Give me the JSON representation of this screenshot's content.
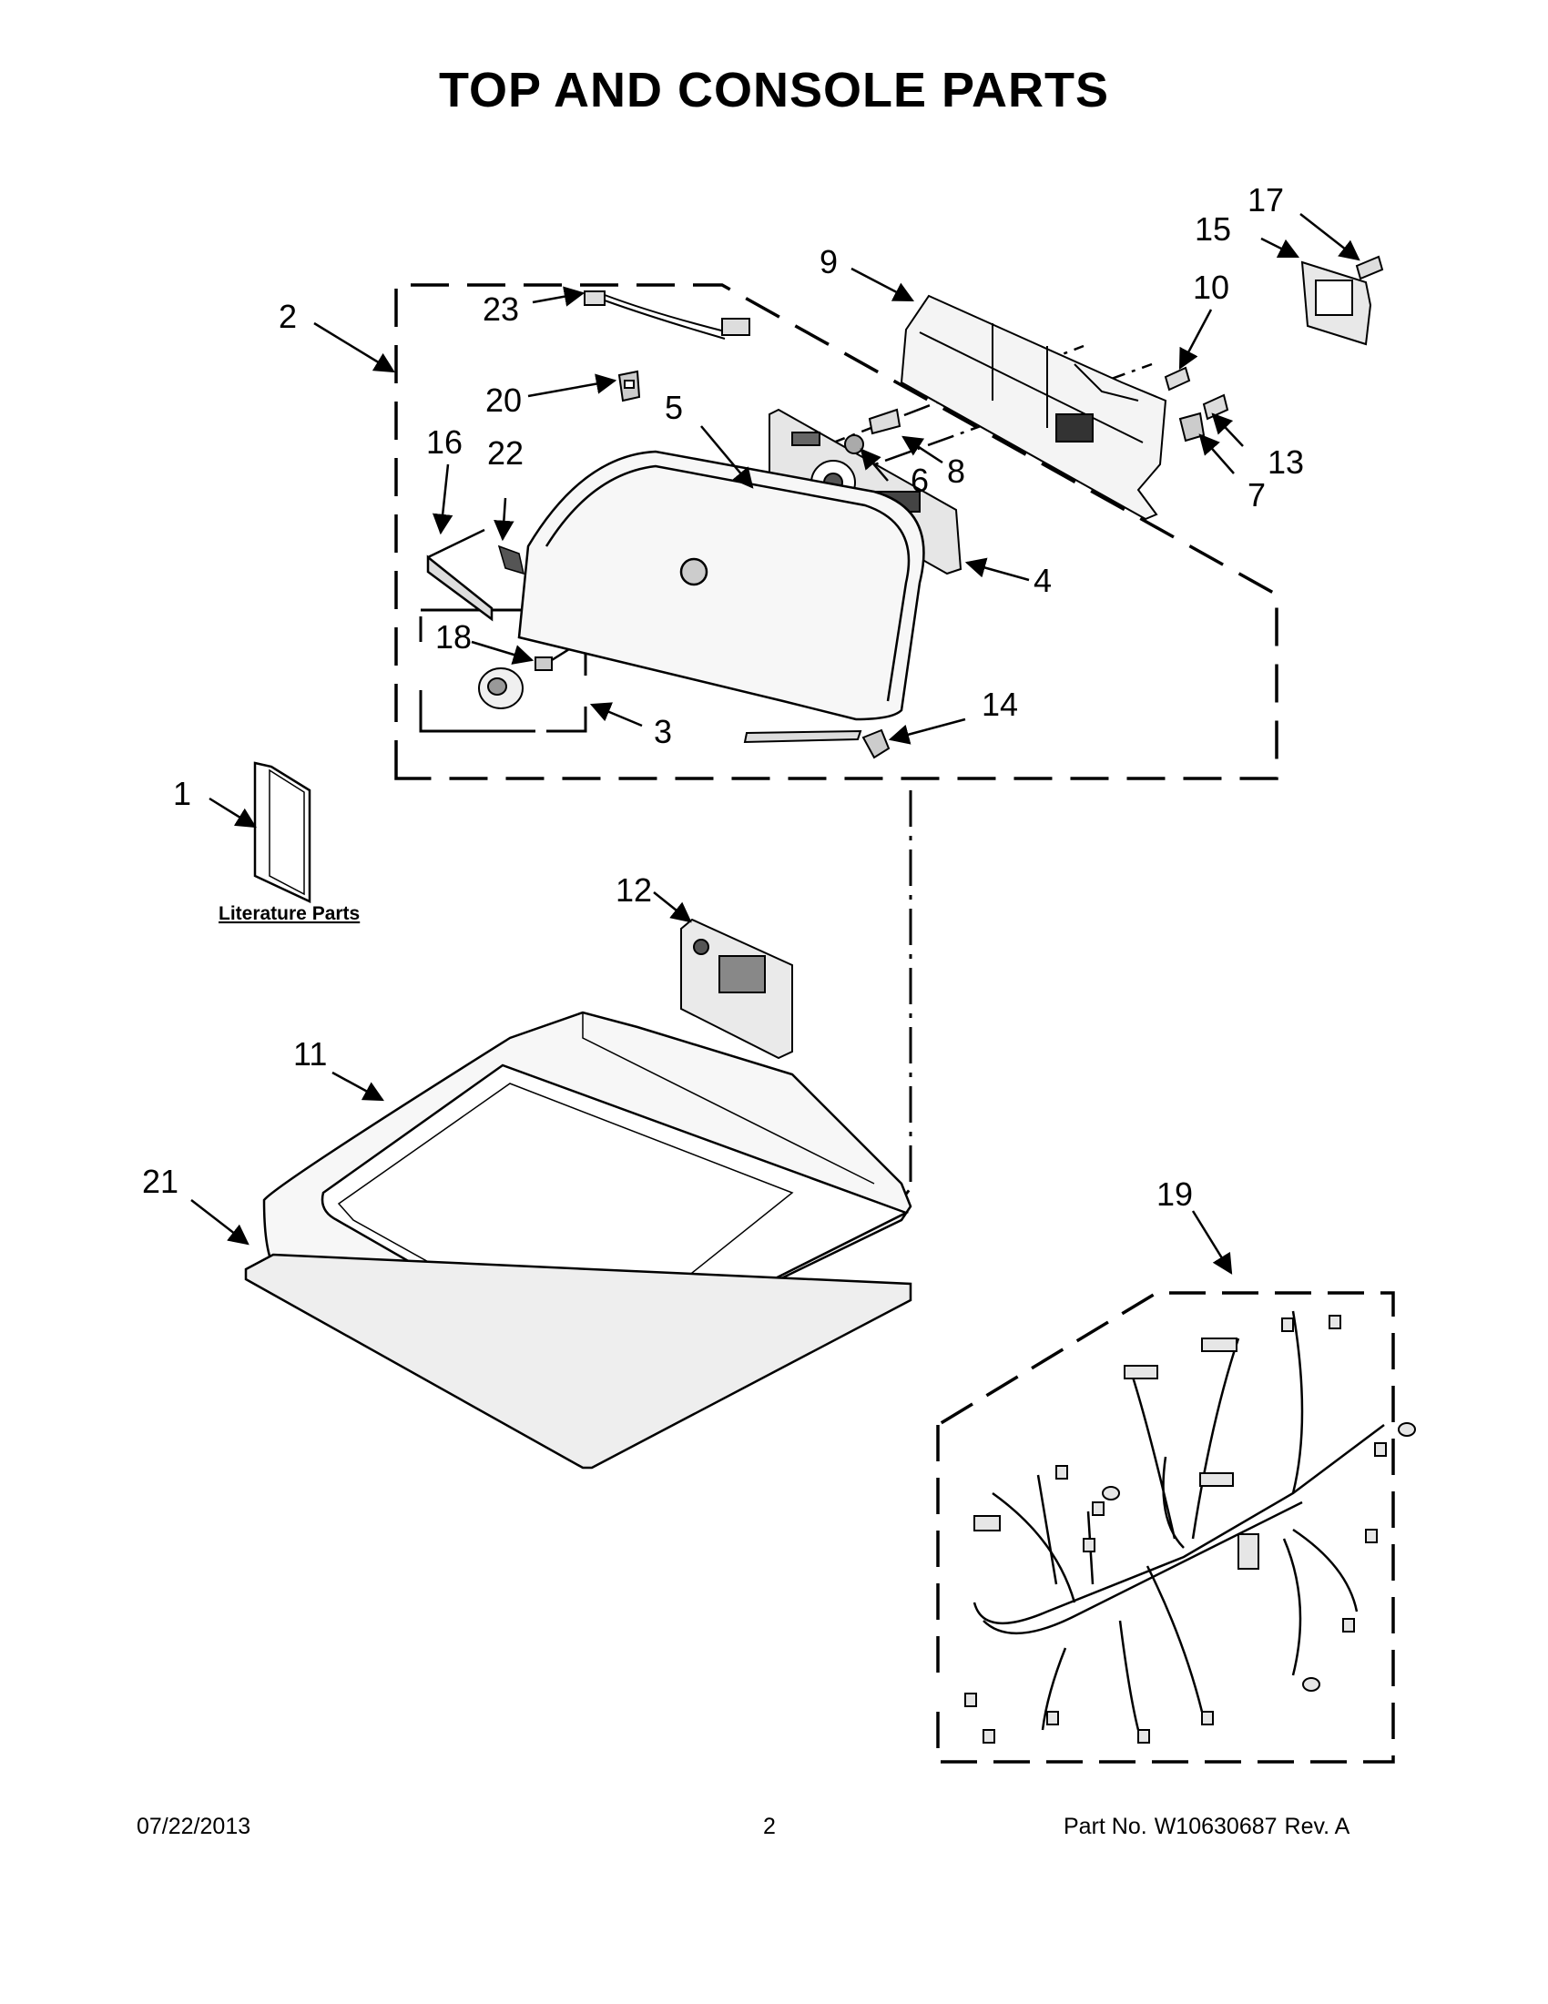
{
  "title": "TOP AND CONSOLE PARTS",
  "literature_label": "Literature Parts",
  "callouts": {
    "c1": "1",
    "c2": "2",
    "c3": "3",
    "c4": "4",
    "c5": "5",
    "c6": "6",
    "c7": "7",
    "c8": "8",
    "c9": "9",
    "c10": "10",
    "c11": "11",
    "c12": "12",
    "c13": "13",
    "c14": "14",
    "c15": "15",
    "c16": "16",
    "c17": "17",
    "c18": "18",
    "c19": "19",
    "c20": "20",
    "c21": "21",
    "c22": "22",
    "c23": "23"
  },
  "footer": {
    "date": "07/22/2013",
    "page": "2",
    "part_label": "Part No.",
    "part_number": "W10630687",
    "revision": "Rev.  A"
  }
}
